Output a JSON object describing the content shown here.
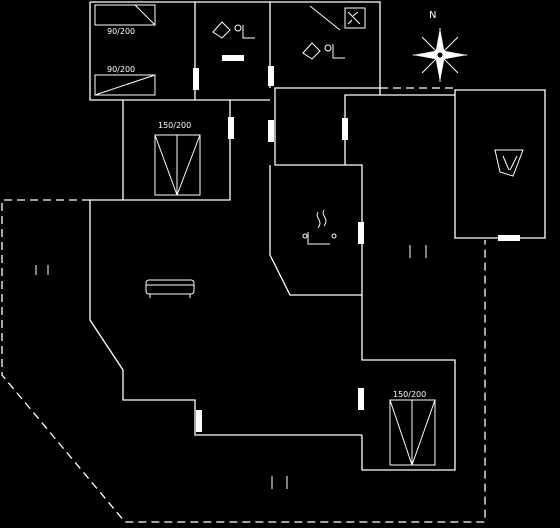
{
  "compass": {
    "north_label": "N"
  },
  "beds": {
    "top_bunk_1": "90/200",
    "top_bunk_2": "90/200",
    "double_left": "150/200",
    "double_right": "150/200"
  },
  "colors": {
    "background": "#000000",
    "lines": "#ffffff"
  }
}
